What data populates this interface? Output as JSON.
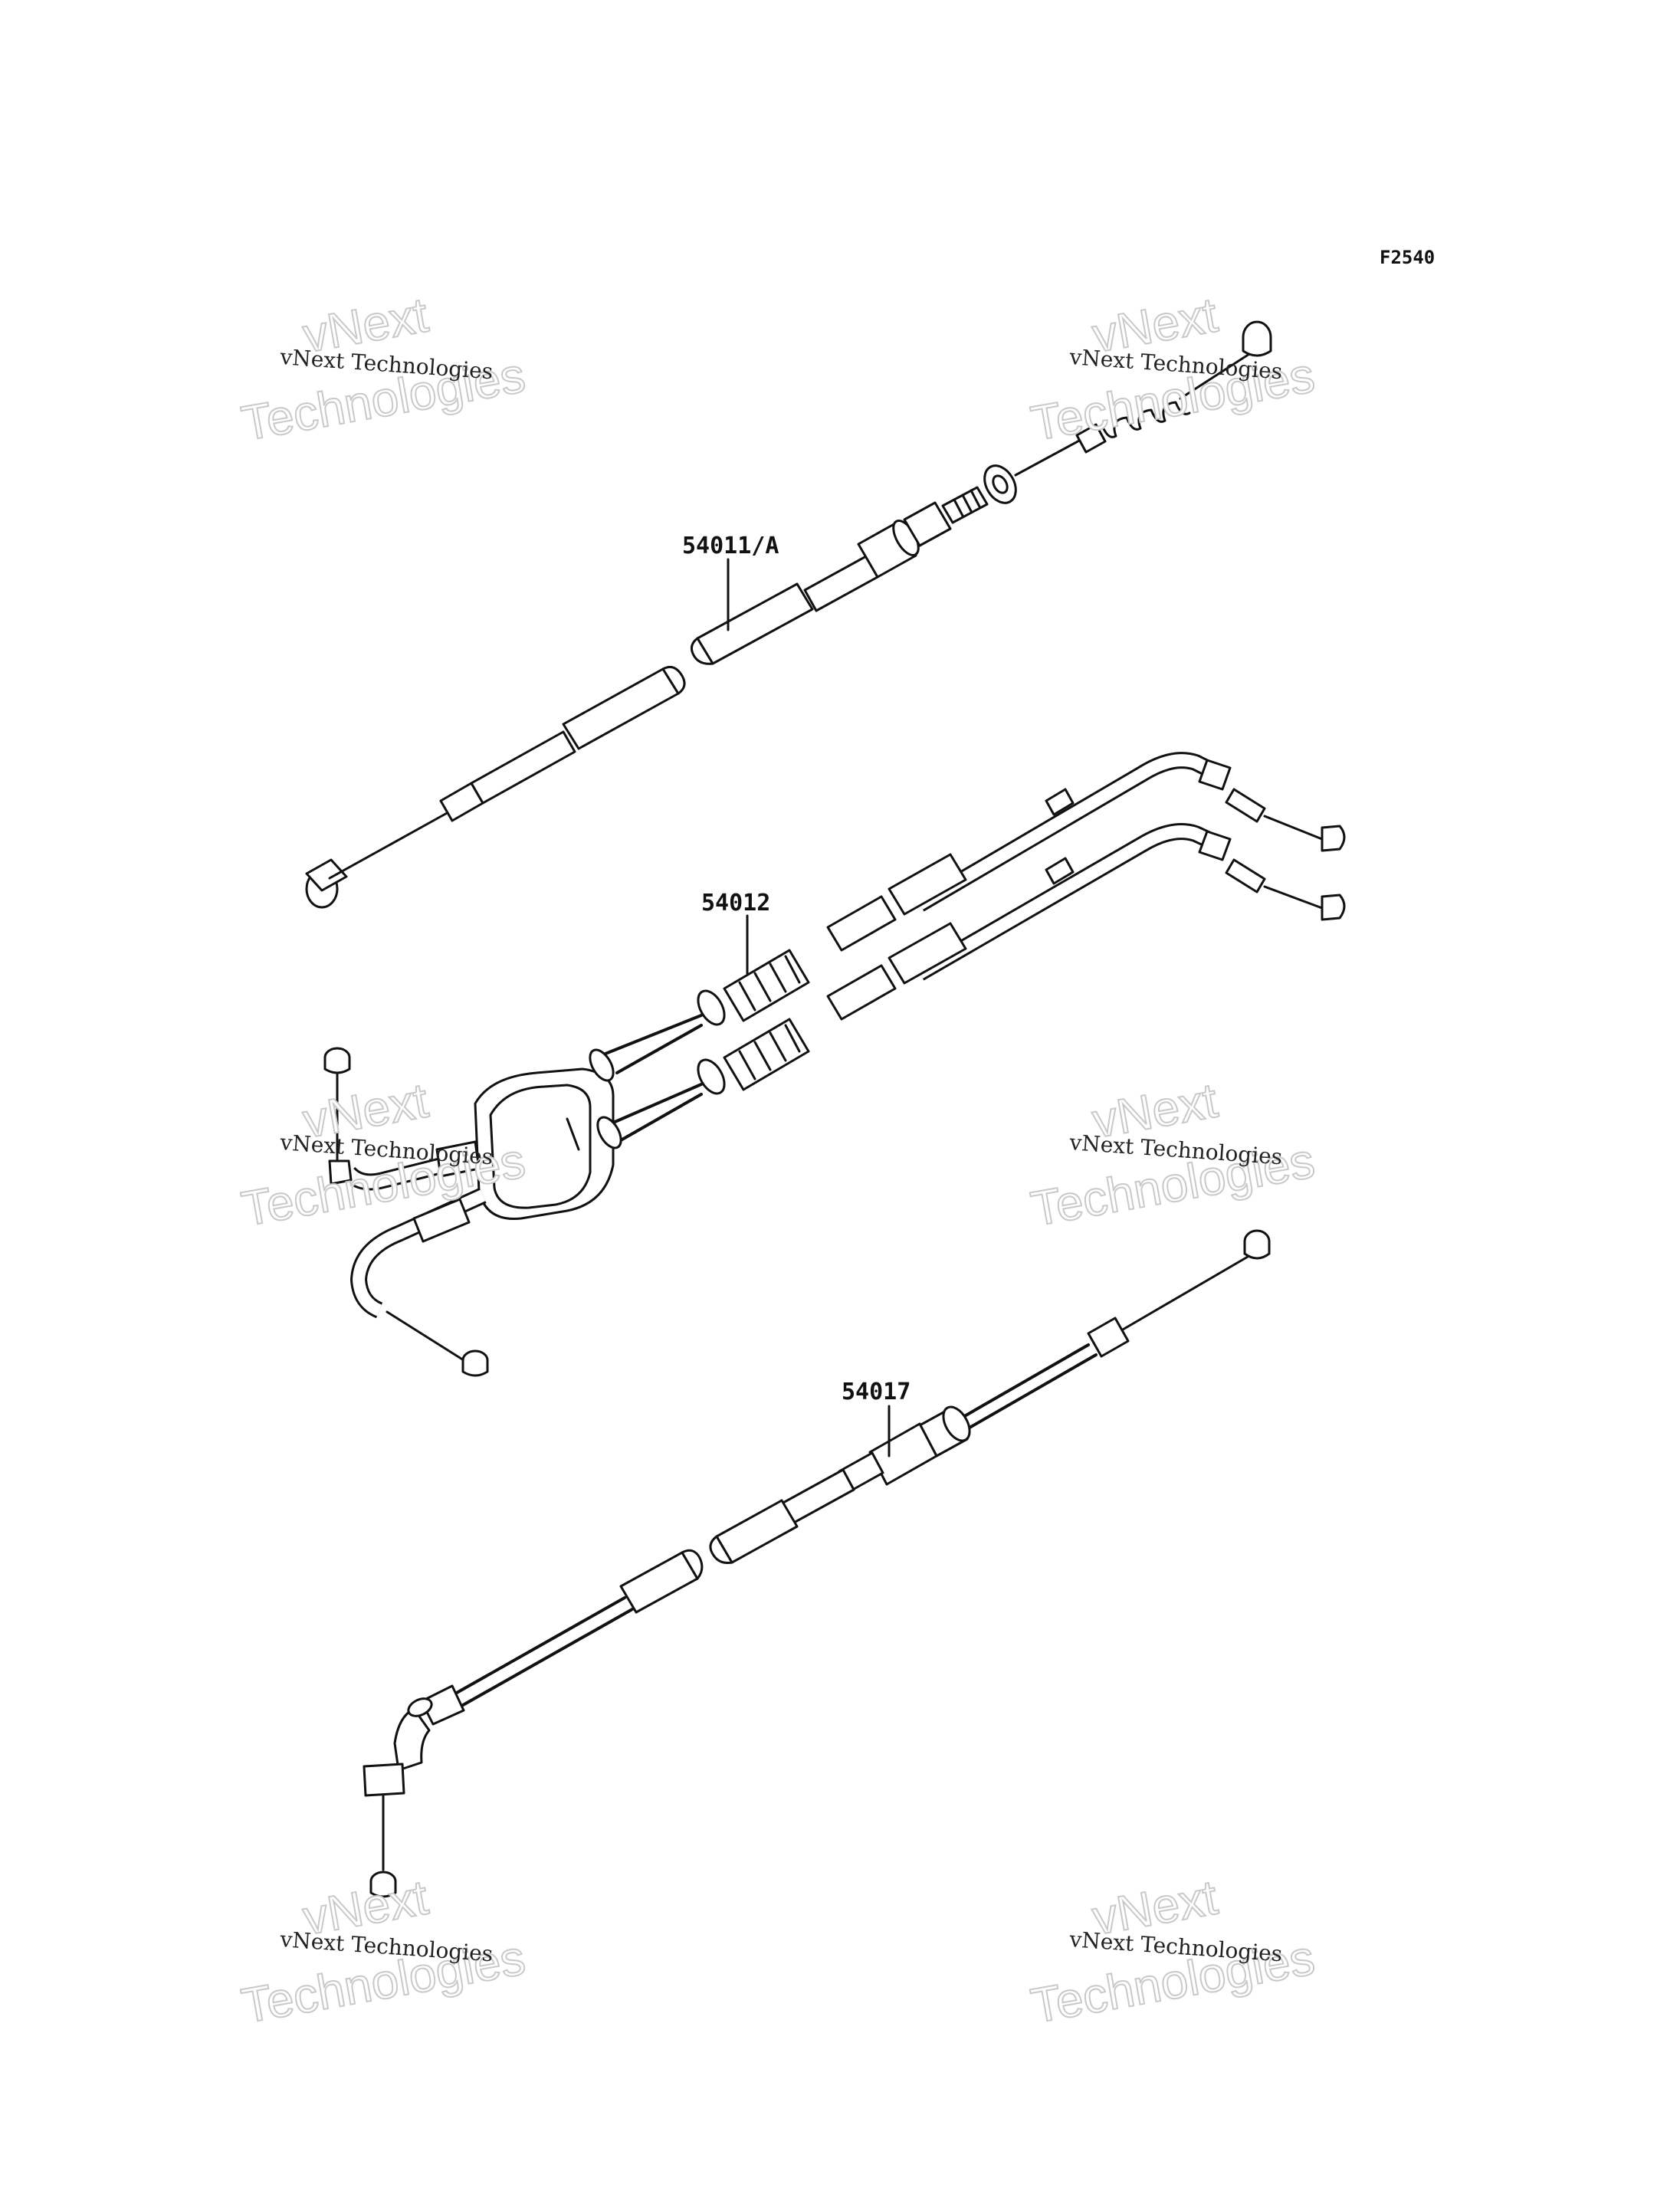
{
  "figure": {
    "code": "F2540"
  },
  "parts": [
    {
      "number": "54011/A"
    },
    {
      "number": "54012"
    },
    {
      "number": "54017"
    }
  ],
  "watermark": {
    "line_small": "vNext Technologies",
    "line_big_1": "vNext",
    "line_big_2": "Technologies"
  }
}
